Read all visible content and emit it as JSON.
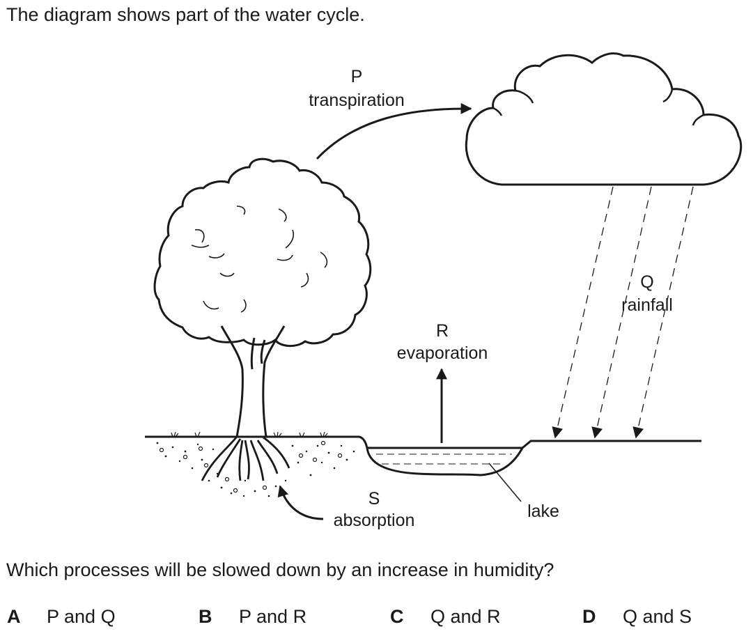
{
  "intro": "The diagram shows part of the water cycle.",
  "diagram": {
    "P": {
      "letter": "P",
      "name": "transpiration"
    },
    "Q": {
      "letter": "Q",
      "name": "rainfall"
    },
    "R": {
      "letter": "R",
      "name": "evaporation"
    },
    "S": {
      "letter": "S",
      "name": "absorption"
    },
    "lake": "lake"
  },
  "question": "Which processes will be slowed down by an increase in humidity?",
  "options": [
    {
      "letter": "A",
      "text": "P and Q"
    },
    {
      "letter": "B",
      "text": "P and R"
    },
    {
      "letter": "C",
      "text": "Q and R"
    },
    {
      "letter": "D",
      "text": "Q and S"
    }
  ]
}
